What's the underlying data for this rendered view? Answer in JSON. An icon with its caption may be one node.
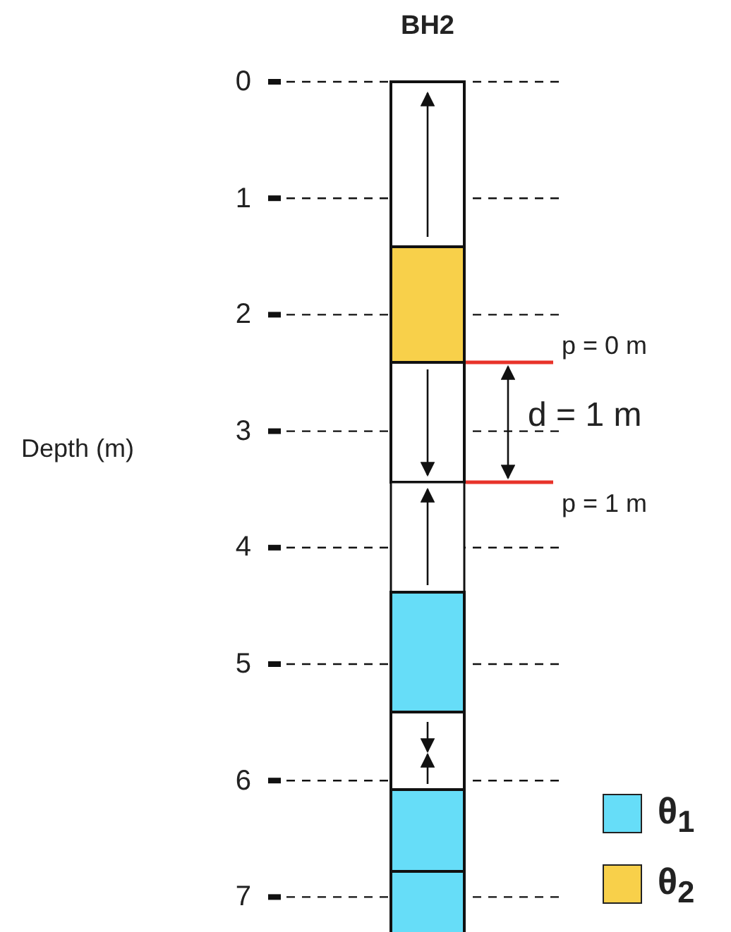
{
  "diagram": {
    "title": "BH2",
    "labels": [
      "0",
      "1",
      "2",
      "p = 0 m",
      "Depth (m)",
      "3",
      "d = 1 m",
      "p = 1 m",
      "4",
      "5",
      "6",
      "7"
    ],
    "legend": [
      {
        "text": "θ$_{1}$",
        "color": "#66ddf8"
      },
      {
        "text": "θ$_{2}$",
        "color": "#f8d04a"
      }
    ]
  }
}
